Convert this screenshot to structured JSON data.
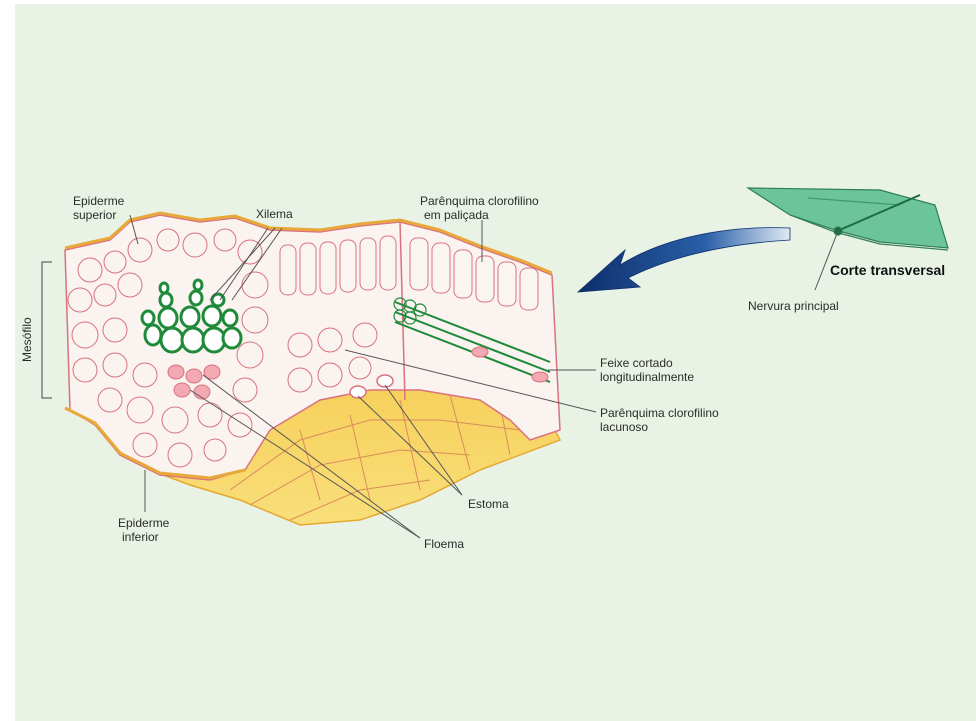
{
  "labels": {
    "epiderme_superior": [
      "Epiderme",
      "superior"
    ],
    "xilema": "Xilema",
    "parenquima_palicada": [
      "Parênquima clorofilino",
      "em paliçada"
    ],
    "mesofilo": "Mesófilo",
    "corte_transversal": "Corte transversal",
    "nervura_principal": "Nervura principal",
    "feixe_cortado": [
      "Feixe cortado",
      "longitudinalmente"
    ],
    "parenquima_lacunoso": [
      "Parênquima clorofilino",
      "lacunoso"
    ],
    "estoma": "Estoma",
    "epiderme_inferior": [
      "Epiderme",
      "inferior"
    ],
    "floema": "Floema"
  },
  "colors": {
    "background": "#e8f3e6",
    "cell_outline": "#d9727e",
    "epidermis": "#e8a83a",
    "lower_tissue": "#f2c54a",
    "xylem": "#1e8a3a",
    "phloem": "#f2a9b2",
    "leaf": "#6cc59a",
    "arrow": "#2a5fa8"
  },
  "icons": {
    "arrow": "curved-arrow-icon",
    "leaf": "leaf-section-icon"
  }
}
